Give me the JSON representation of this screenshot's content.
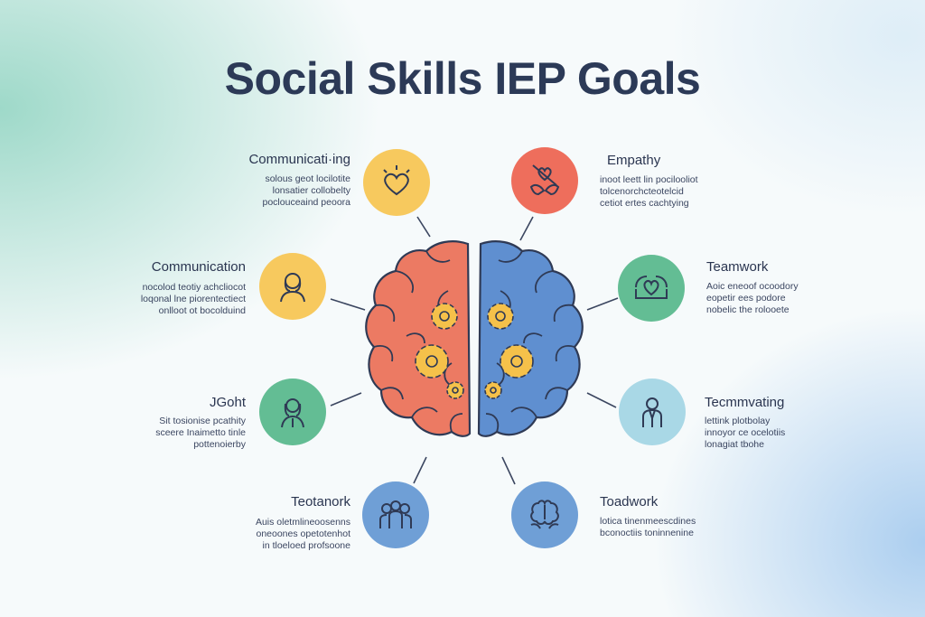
{
  "title": "Social Skills IEP Goals",
  "colors": {
    "yellow": "#f7c95e",
    "coral": "#ee6e5c",
    "green": "#63bd94",
    "blue": "#6f9fd6",
    "light_blue": "#a9d8e6",
    "brain_left": "#ec7a63",
    "brain_right": "#5f8fd0",
    "gear": "#f5c14a",
    "title": "#2c3a57"
  },
  "left_items": [
    {
      "label": "Communicati·ing",
      "lines": [
        "solous geot locilotite",
        "lonsatier collobelty",
        "poclouceaind peoora"
      ],
      "icon": "heart-sun-icon"
    },
    {
      "label": "Communication",
      "lines": [
        "nocolod teotiy achcliocot",
        "loqonal lne piorentectiect",
        "onlloot ot bocolduind"
      ],
      "icon": "person-icon"
    },
    {
      "label": "JGoht",
      "lines": [
        "Sit tosionise pcathity",
        "sceere Inaimetto tinle",
        "pottenoierby"
      ],
      "icon": "woman-icon"
    },
    {
      "label": "Teotanork",
      "lines": [
        "Auis oletmlineoosenns",
        "oneoones opetotenhot",
        "in tloeloed profsoone"
      ],
      "icon": "group-icon"
    }
  ],
  "right_items": [
    {
      "label": "Empathy",
      "lines": [
        "inoot leett lin pocilooliot",
        "tolcenorchcteotelcid",
        "cetiot ertes cachtying"
      ],
      "icon": "hands-heart-icon"
    },
    {
      "label": "Teamwork",
      "lines": [
        "Aoic eneoof ocoodory",
        "eopetir ees podore",
        "nobelic the rolooete"
      ],
      "icon": "handshake-heart-icon"
    },
    {
      "label": "Tecmmvating",
      "lines": [
        "lettink plotbolay",
        "innoyor ce ocelotiis",
        "lonagiat tbohe"
      ],
      "icon": "presenter-icon"
    },
    {
      "label": "Toadwork",
      "lines": [
        "lotica tinenmeescdines",
        "bconoctiis toninnenine"
      ],
      "icon": "brain-hands-icon"
    }
  ]
}
